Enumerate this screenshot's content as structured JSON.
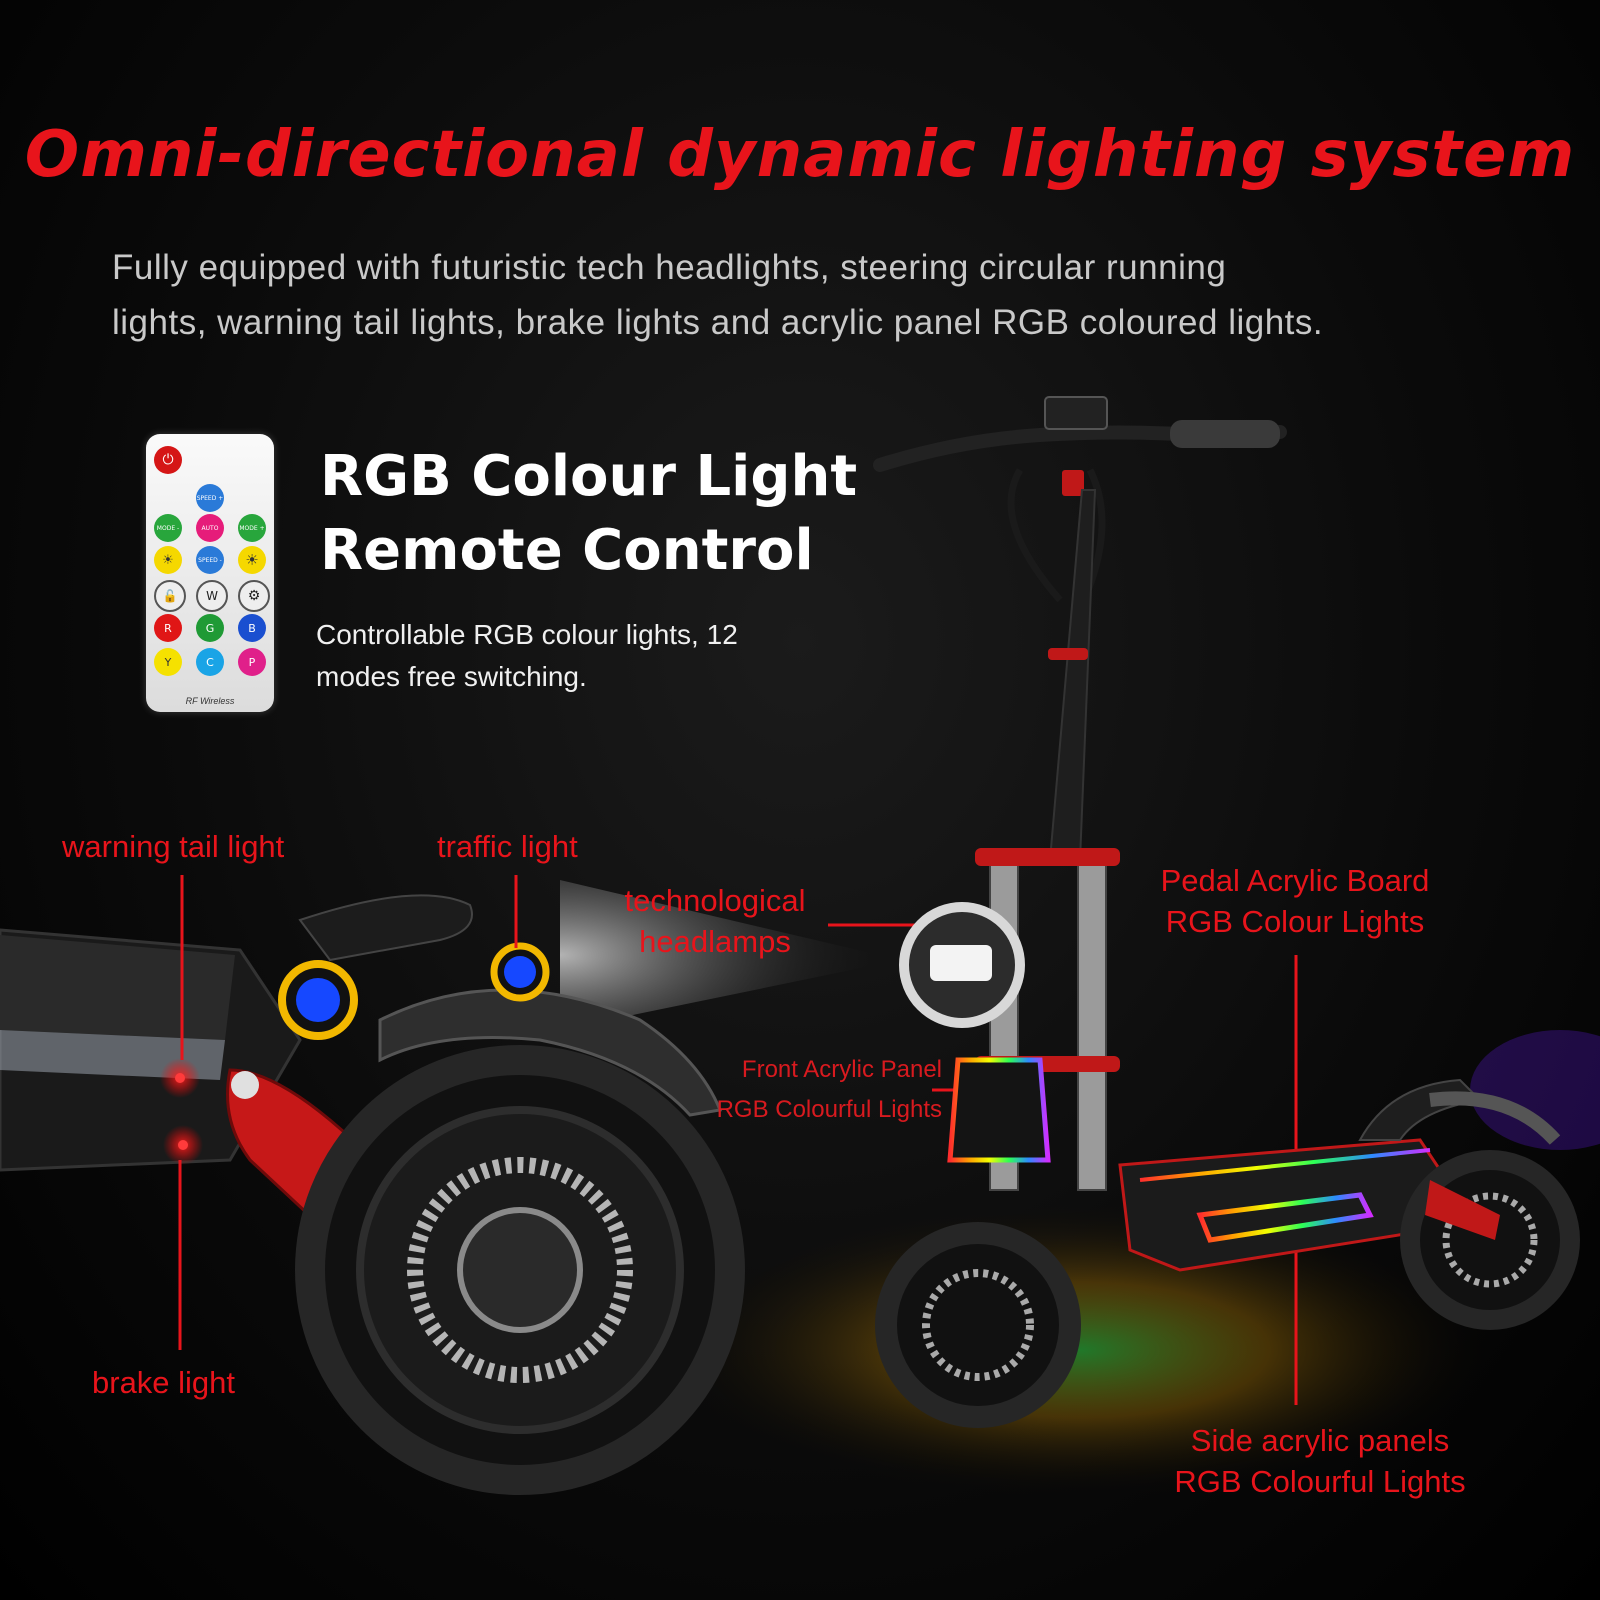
{
  "headline": "Omni-directional dynamic lighting system",
  "intro": {
    "line1": "Fully equipped with futuristic tech headlights, steering circular running",
    "line2": "lights, warning tail lights, brake lights and acrylic panel RGB coloured lights."
  },
  "remote_feature": {
    "title_line1": "RGB Colour Light",
    "title_line2": "Remote Control",
    "desc_line1": "Controllable RGB colour lights, 12",
    "desc_line2": "modes free switching.",
    "remote_label": "RF Wireless",
    "buttons": {
      "speed_plus": "SPEED +",
      "mode_minus": "MODE -",
      "auto": "AUTO",
      "mode_plus": "MODE +",
      "speed_minus": "SPEED -",
      "w": "W",
      "r": "R",
      "g": "G",
      "b": "B",
      "y": "Y",
      "c": "C",
      "p": "P"
    }
  },
  "callouts": {
    "warning_tail_light": "warning tail light",
    "traffic_light": "traffic light",
    "headlamps_line1": "technological",
    "headlamps_line2": "headlamps",
    "front_panel_line1": "Front Acrylic Panel",
    "front_panel_line2": "RGB Colourful Lights",
    "pedal_board_line1": "Pedal Acrylic Board",
    "pedal_board_line2": "RGB Colour Lights",
    "brake_light": "brake light",
    "side_panels_line1": "Side acrylic panels",
    "side_panels_line2": "RGB Colourful Lights"
  },
  "colors": {
    "accent_red": "#e8141b",
    "background": "#000000"
  }
}
